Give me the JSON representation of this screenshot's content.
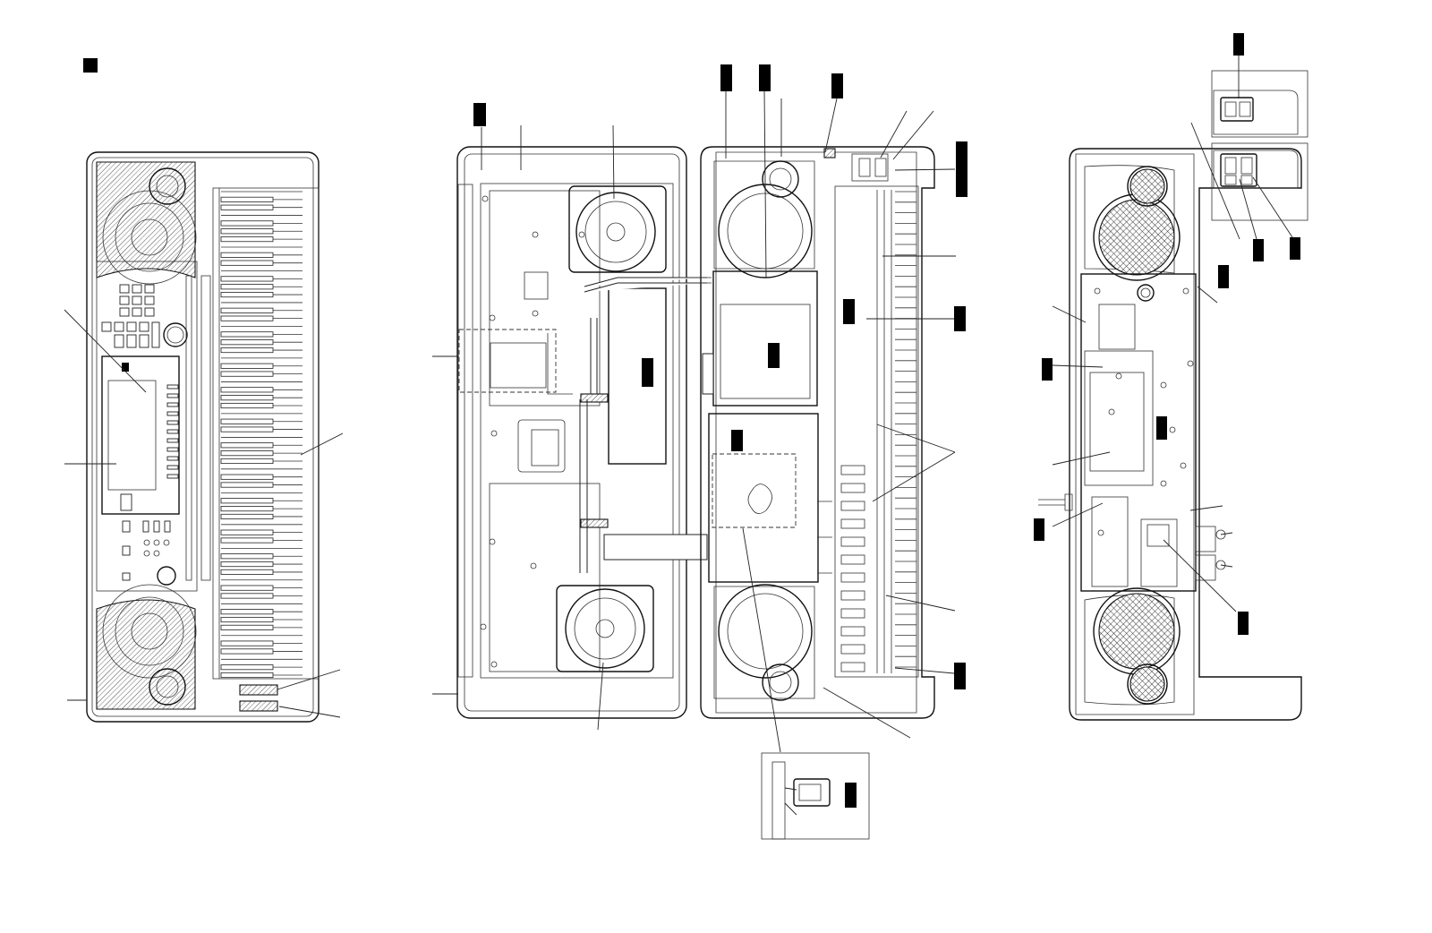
{
  "diagram": {
    "type": "exploded-assembly-drawing",
    "views": [
      "front-view",
      "bottom-case-interior",
      "top-case-interior",
      "rear-view",
      "detail-inset-bottom",
      "detail-inset-top-right"
    ],
    "colors": {
      "line": "#111111",
      "background": "#ffffff",
      "label_block": "#000000"
    }
  }
}
